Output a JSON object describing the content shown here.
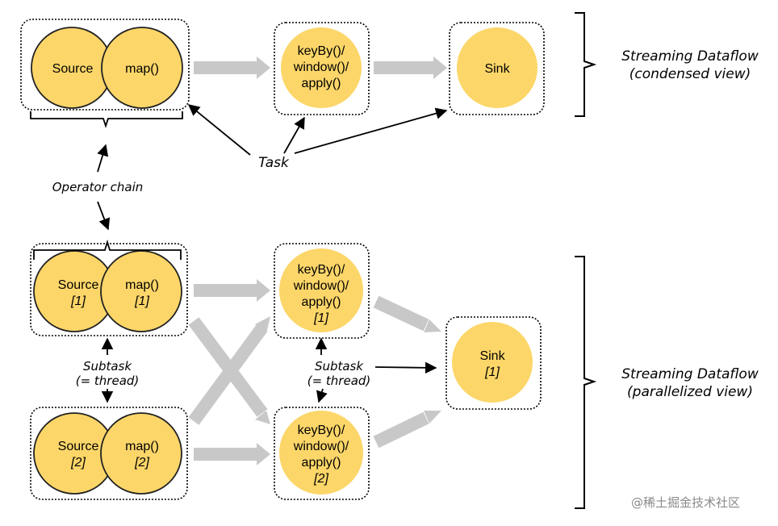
{
  "colors": {
    "node_fill": "#fcd669",
    "node_stroke": "#222222",
    "flow_arrow": "#c8c8c8",
    "line": "#000000"
  },
  "condensed": {
    "source": "Source",
    "map": "map()",
    "keyby_lines": [
      "keyBy()/",
      "window()/",
      "apply()"
    ],
    "sink": "Sink",
    "bracket_label_lines": [
      "Streaming Dataflow",
      "(condensed view)"
    ]
  },
  "annotations": {
    "task": "Task",
    "operator_chain": "Operator chain",
    "subtask_lines": [
      "Subtask",
      "(= thread)"
    ]
  },
  "parallel": {
    "subtask1": {
      "source": "Source",
      "source_idx": "[1]",
      "map": "map()",
      "map_idx": "[1]",
      "keyby_lines": [
        "keyBy()/",
        "window()/",
        "apply()"
      ],
      "keyby_idx": "[1]"
    },
    "subtask2": {
      "source": "Source",
      "source_idx": "[2]",
      "map": "map()",
      "map_idx": "[2]",
      "keyby_lines": [
        "keyBy()/",
        "window()/",
        "apply()"
      ],
      "keyby_idx": "[2]"
    },
    "sink": "Sink",
    "sink_idx": "[1]",
    "bracket_label_lines": [
      "Streaming Dataflow",
      "(parallelized view)"
    ]
  },
  "watermark": "@稀土掘金技术社区"
}
